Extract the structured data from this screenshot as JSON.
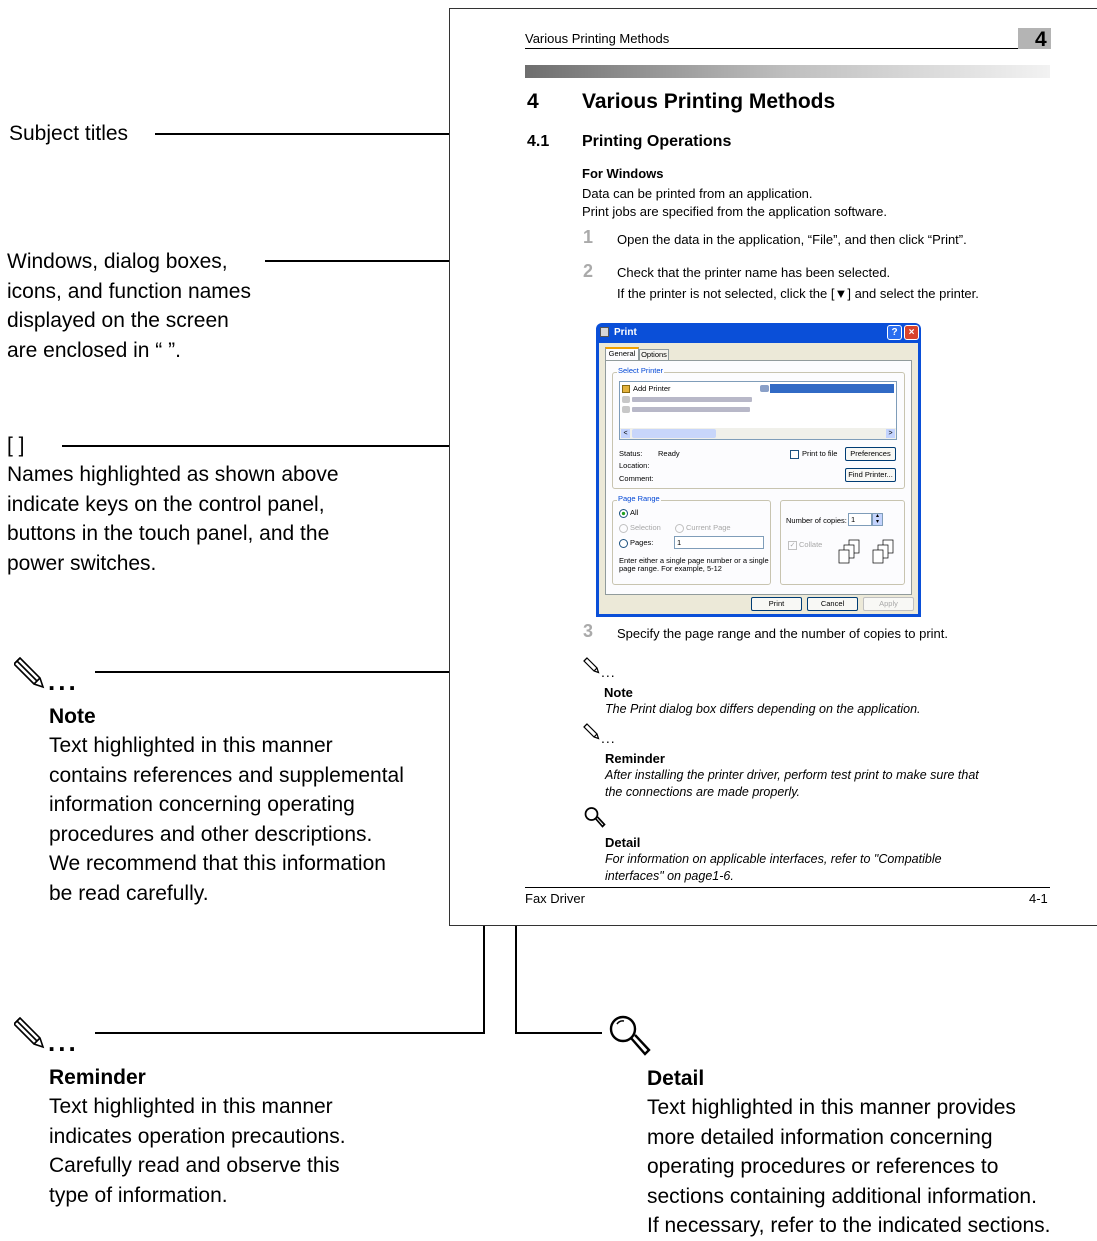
{
  "annotations": {
    "subject_titles": "Subject titles",
    "windows": [
      "Windows, dialog boxes,",
      "icons, and function names",
      "displayed on the screen",
      "are enclosed in “ ”."
    ],
    "brackets_symbol": "[   ]",
    "brackets_text": [
      "Names highlighted as shown above",
      "indicate keys on the control panel,",
      "buttons in the touch panel, and the",
      "power switches."
    ],
    "note_dots": "...",
    "note_title": "Note",
    "note_text": [
      "Text highlighted in this manner",
      "contains references and supplemental",
      "information concerning operating",
      "procedures and other descriptions.",
      "We recommend that this information",
      "be read carefully."
    ],
    "reminder_dots": "...",
    "reminder_title": "Reminder",
    "reminder_text": [
      "Text highlighted in this manner",
      "indicates operation precautions.",
      "Carefully read and observe this",
      "type of information."
    ],
    "detail_title": "Detail",
    "detail_text": [
      "Text highlighted in this manner provides",
      "more detailed information concerning",
      "operating procedures or references to",
      "sections containing additional information.",
      "If necessary, refer to the indicated sections."
    ]
  },
  "page": {
    "header_left": "Various Printing Methods",
    "header_num": "4",
    "chapter_num": "4",
    "chapter_title": "Various Printing Methods",
    "section_num": "4.1",
    "section_title": "Printing Operations",
    "subhead": "For Windows",
    "intro": [
      "Data can be printed from an application.",
      "Print jobs are specified from the application software."
    ],
    "steps": [
      {
        "num": "1",
        "text": "Open the data in the application, “File”, and then click “Print”."
      },
      {
        "num": "2",
        "text": "Check that the printer name has been selected.",
        "text2": "If the printer is not selected, click the [▼] and select the printer."
      },
      {
        "num": "3",
        "text": "Specify the page range and the number of copies to print."
      }
    ],
    "note_dots": "...",
    "note_title": "Note",
    "note_text": "The Print dialog box differs depending on the application.",
    "reminder_dots": "...",
    "reminder_title": "Reminder",
    "reminder_text": [
      "After installing the printer driver, perform test print to make sure that",
      "the connections are made properly."
    ],
    "detail_title": "Detail",
    "detail_text": [
      "For information on applicable interfaces, refer to \"Compatible",
      "interfaces\" on page1-6."
    ],
    "footer_left": "Fax Driver",
    "footer_right": "4-1"
  },
  "dialog": {
    "title": "Print",
    "help_btn": "?",
    "close_btn": "×",
    "tab_general": "General",
    "tab_options": "Options",
    "select_printer": "Select Printer",
    "add_printer": "Add Printer",
    "status_label": "Status:",
    "status_value": "Ready",
    "location_label": "Location:",
    "comment_label": "Comment:",
    "print_to_file": "Print to file",
    "preferences": "Preferences",
    "find_printer": "Find Printer...",
    "page_range": "Page Range",
    "all": "All",
    "selection": "Selection",
    "current_page": "Current Page",
    "pages": "Pages:",
    "pages_value": "1",
    "hint": [
      "Enter either a single page number or a single",
      "page range.  For example, 5-12"
    ],
    "copies_label": "Number of copies:",
    "copies_value": "1",
    "collate": "Collate",
    "print_btn": "Print",
    "cancel_btn": "Cancel",
    "apply_btn": "Apply"
  }
}
